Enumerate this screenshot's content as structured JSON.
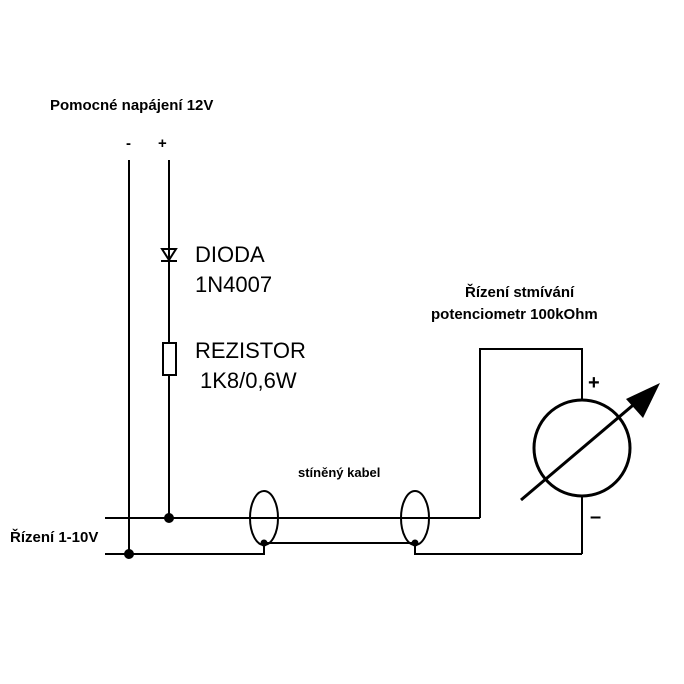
{
  "labels": {
    "aux_power": "Pomocné napájení 12V",
    "minus": "-",
    "plus": "+",
    "diode_name": "DIODA",
    "diode_type": "1N4007",
    "resistor_name": "REZISTOR",
    "resistor_value": "1K8/0,6W",
    "control_in": "Řízení 1-10V",
    "cable": "stíněný kabel",
    "dimming_title": "Řízení stmívání",
    "potentiometer": "potenciometr 100kOhm",
    "pot_plus": "+",
    "pot_minus": "–"
  },
  "colors": {
    "line": "#000000",
    "background": "#ffffff"
  }
}
